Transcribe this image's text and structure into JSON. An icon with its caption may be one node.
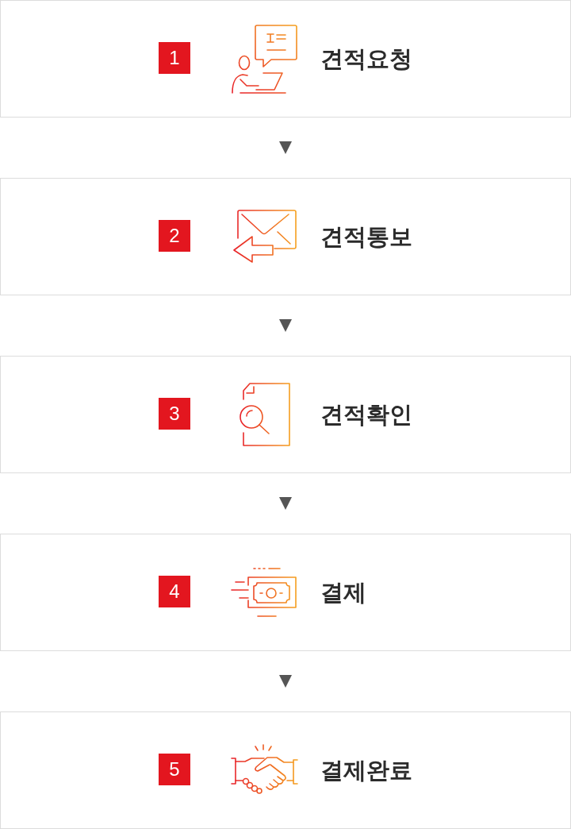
{
  "diagram": {
    "nodes": [
      {
        "text": [
          "견적요청"
        ]
      },
      {
        "text": [
          "1"
        ],
        "in": 0
      },
      {
        "text": [
          "견적통보"
        ]
      },
      {
        "text": [
          "2"
        ],
        "in": 2
      },
      {
        "text": [
          "견적확인"
        ]
      },
      {
        "text": [
          "3"
        ],
        "in": 4
      },
      {
        "text": [
          "결제"
        ]
      },
      {
        "text": [
          "4"
        ],
        "in": 6
      },
      {
        "text": [
          "결제완료"
        ]
      },
      {
        "text": [
          "5"
        ],
        "in": 8
      }
    ],
    "edges": [
      {
        "from": 0,
        "to": 2,
        "arrow": "to"
      },
      {
        "from": 2,
        "to": 4,
        "arrow": "to"
      },
      {
        "from": 4,
        "to": 6,
        "arrow": "to"
      },
      {
        "from": 6,
        "to": 8,
        "arrow": "to"
      }
    ]
  }
}
